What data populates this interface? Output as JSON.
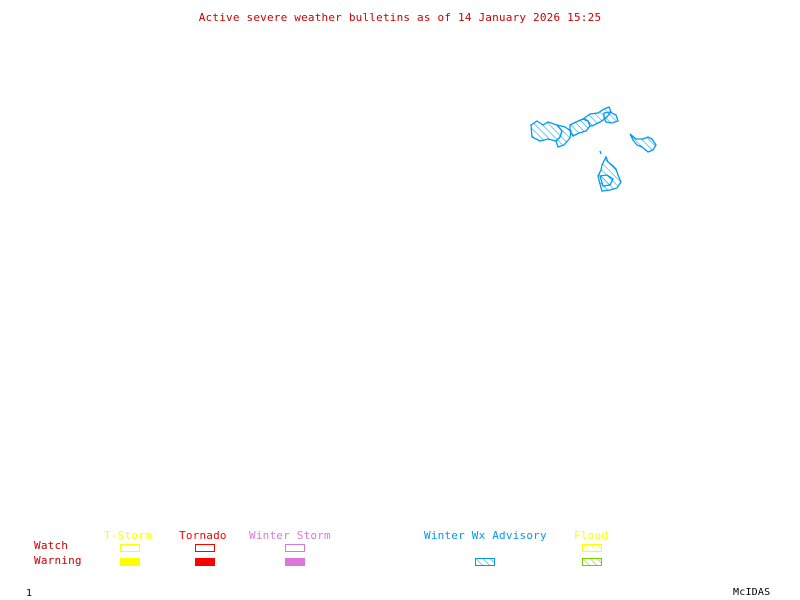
{
  "title": "Active severe weather bulletins as of 14 January 2026 15:25",
  "colors": {
    "title": "#cc0000",
    "row_label": "#cc0000",
    "tstorm": "#ffff00",
    "tornado": "#ff0000",
    "winter_storm": "#dd77dd",
    "winter_wx_advisory": "#0099ee",
    "flood_watch": "#ffff00",
    "flood_warning": "#77cc00",
    "footer": "#000000"
  },
  "legend": {
    "rows": {
      "watch": "Watch",
      "warning": "Warning"
    },
    "categories": [
      {
        "key": "tstorm",
        "label": "T-Storm",
        "watch": "outline",
        "warning": "filled"
      },
      {
        "key": "tornado",
        "label": "Tornado",
        "watch": "outline",
        "warning": "filled"
      },
      {
        "key": "winter_storm",
        "label": "Winter Storm",
        "watch": "outline",
        "warning": "filled"
      },
      {
        "key": "winter_wx_advisory",
        "label": "Winter Wx Advisory",
        "watch": null,
        "warning": "hatched"
      },
      {
        "key": "flood",
        "label": "Flood",
        "watch": "hatched",
        "warning": "hatched"
      }
    ]
  },
  "map": {
    "active_bulletins": [
      {
        "type": "Winter Wx Advisory",
        "region": "northeast-band"
      },
      {
        "type": "Winter Wx Advisory",
        "region": "east-island"
      },
      {
        "type": "Winter Wx Advisory",
        "region": "south-cluster"
      }
    ]
  },
  "footer": {
    "frame_number": "1",
    "brand": "McIDAS"
  }
}
